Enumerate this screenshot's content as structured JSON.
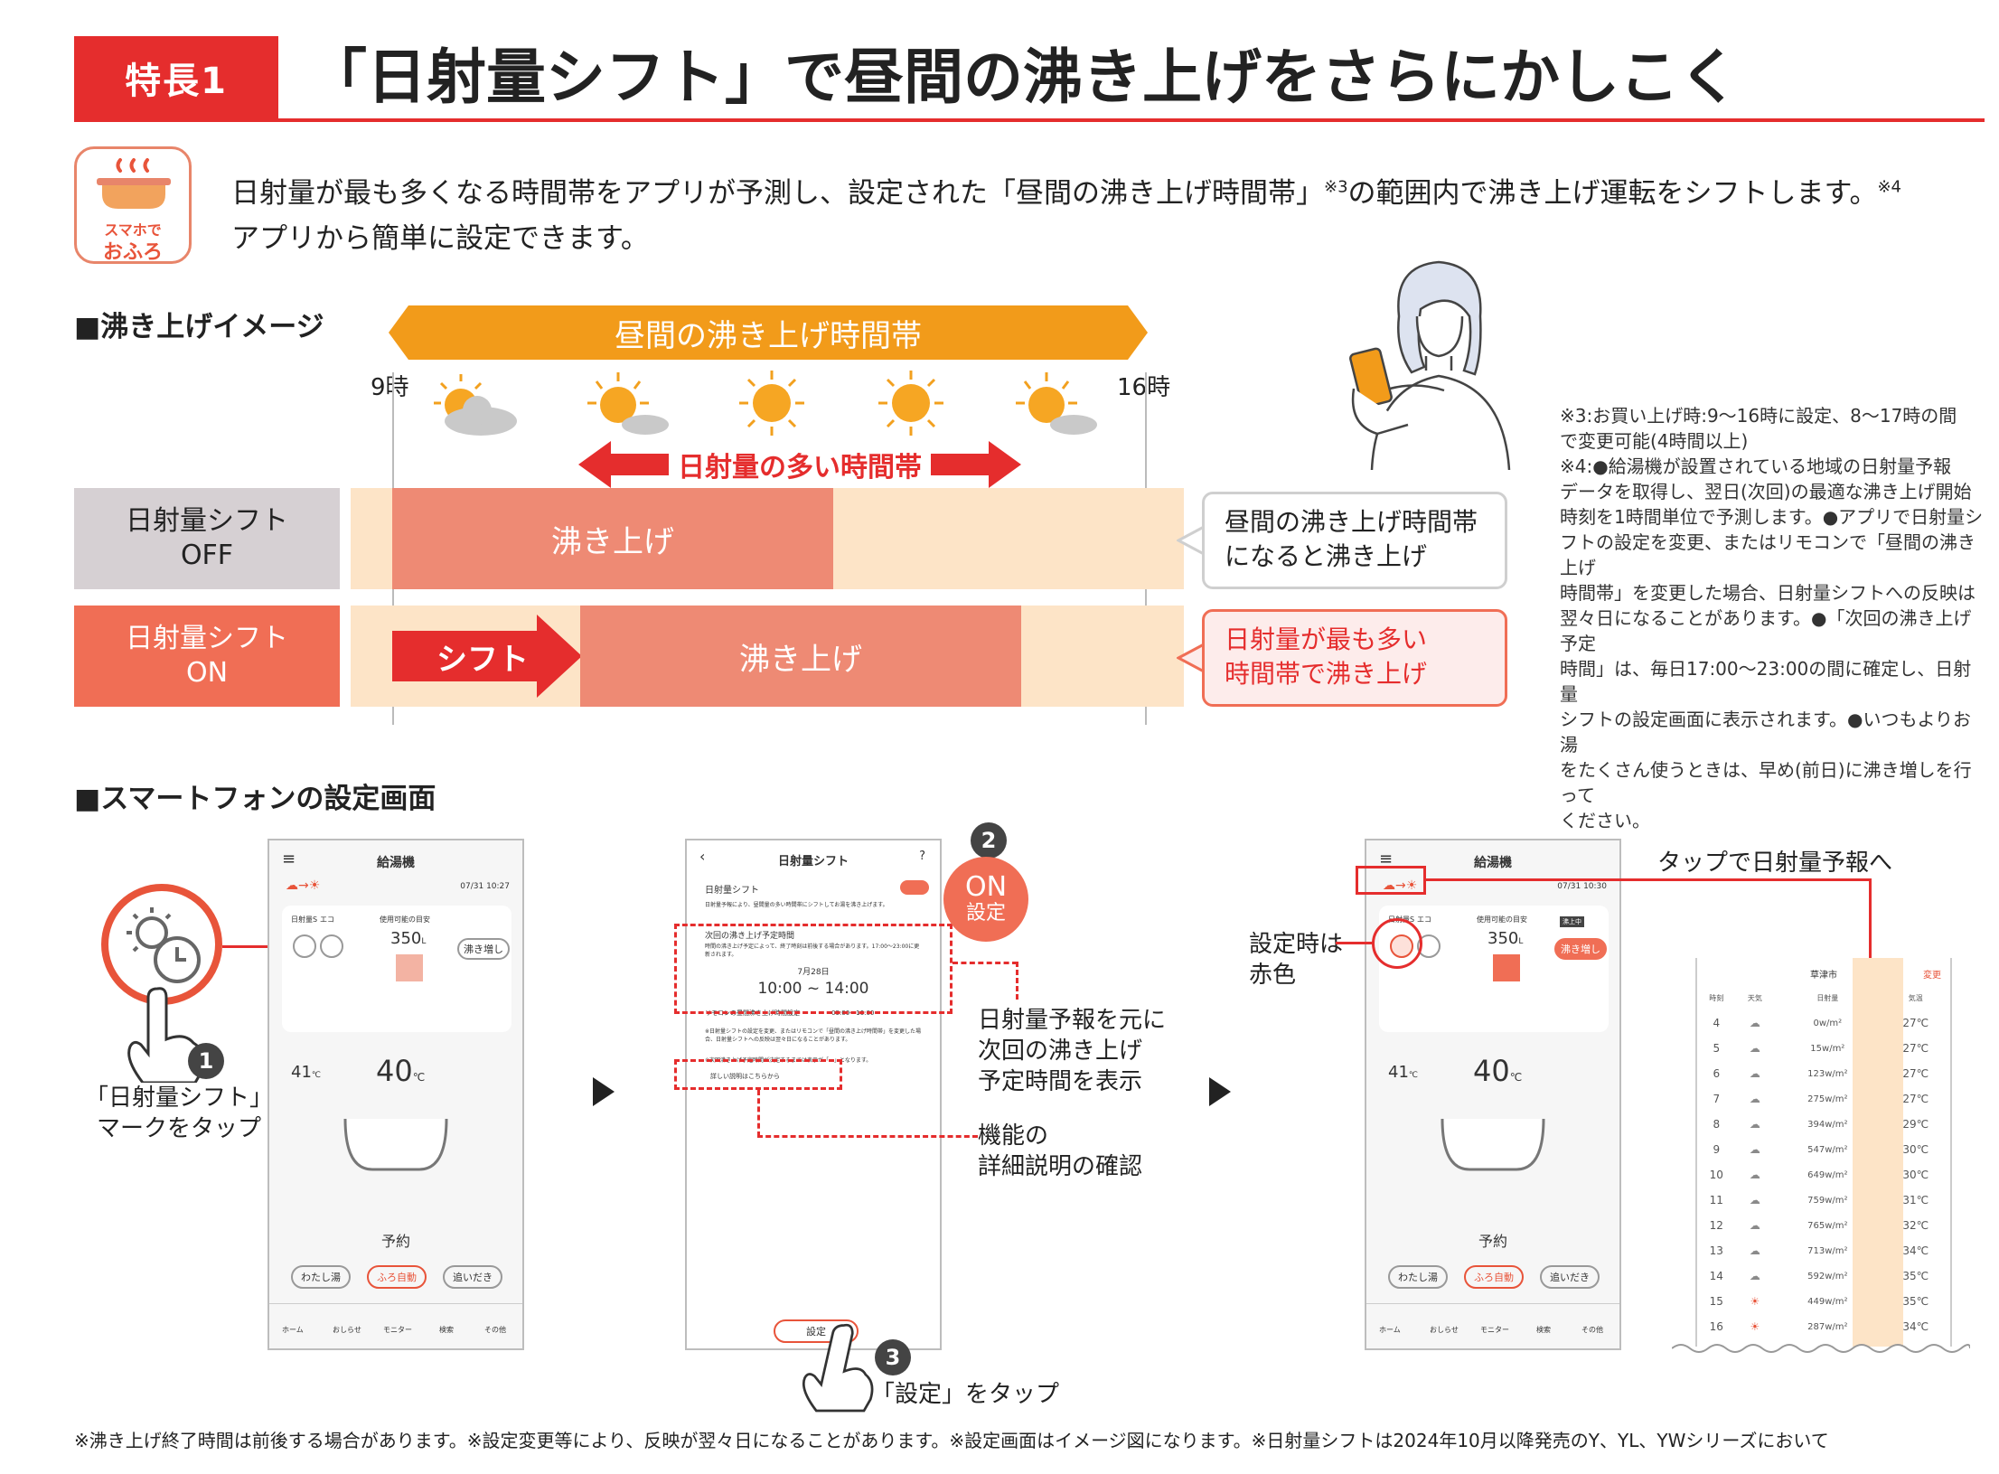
{
  "header": {
    "tag": "特長1",
    "title": "「日射量シフト」で昼間の沸き上げをさらにかしこく"
  },
  "app_icon": {
    "line1": "スマホで",
    "line2": "おふろ",
    "icon": "bathtub-icon"
  },
  "intro": {
    "line1_a": "日射量が最も多くなる時間帯をアプリが予測し、設定された「昼間の沸き上げ時間帯」",
    "line1_ref3": "※3",
    "line1_b": "の範囲内で沸き上げ運転をシフトします。",
    "line1_ref4": "※4",
    "line2": "アプリから簡単に設定できます。"
  },
  "boil_section": {
    "heading": "■沸き上げイメージ",
    "band_label": "昼間の沸き上げ時間帯",
    "start": "9時",
    "end": "16時",
    "peak_label": "日射量の多い時間帯",
    "off_row": {
      "label1": "日射量シフト",
      "label2": "OFF",
      "block": "沸き上げ",
      "callout": [
        "昼間の沸き上げ時間帯",
        "になると沸き上げ"
      ]
    },
    "on_row": {
      "label1": "日射量シフト",
      "label2": "ON",
      "shift": "シフト",
      "block": "沸き上げ",
      "callout": [
        "日射量が最も多い",
        "時間帯で沸き上げ"
      ]
    }
  },
  "notes": [
    "※3:お買い上げ時:9〜16時に設定、8〜17時の間",
    "で変更可能(4時間以上)",
    "※4:●給湯機が設置されている地域の日射量予報",
    "データを取得し、翌日(次回)の最適な沸き上げ開始",
    "時刻を1時間単位で予測します。●アプリで日射量シ",
    "フトの設定を変更、またはリモコンで「昼間の沸き上げ",
    "時間帯」を変更した場合、日射量シフトへの反映は",
    "翌々日になることがあります。●「次回の沸き上げ予定",
    "時間」は、毎日17:00〜23:00の間に確定し、日射量",
    "シフトの設定画面に表示されます。●いつもよりお湯",
    "をたくさん使うときは、早め(前日)に沸き増しを行って",
    "ください。"
  ],
  "phone_section": {
    "heading": "■スマートフォンの設定画面"
  },
  "phone1": {
    "title": "給湯機",
    "date": "07/31 10:27",
    "stat1": "日射量S",
    "stat2": "エコ",
    "stat3": "使用可能の目安",
    "amount": "350",
    "amount_unit": "L",
    "boost_btn": "沸き増し",
    "temp_small": "41",
    "temp_big": "40",
    "temp_unit": "℃",
    "reserve": "予約",
    "btns": [
      "わたし湯",
      "ふろ自動",
      "追いだき"
    ],
    "nav": [
      "ホーム",
      "おしらせ",
      "モニター",
      "検索",
      "その他"
    ]
  },
  "phone2": {
    "title": "日射量シフト",
    "toggle_label": "日射量シフト",
    "desc": "日射量予報により、昼間量の多い時間帯にシフトしてお湯を沸き上げます。",
    "next_title": "次回の沸き上げ予定時間",
    "next_desc": "時間の沸き上げ予定によって、終了時刻は前後する場合があります。17:00〜23:00に更新されます。",
    "date": "7月28日",
    "time_range": "10:00 ~ 14:00",
    "remote_label": "リモコンの昼間沸き上げ時間設定",
    "remote_value": "09:00〜16:00",
    "note_a": "※日射量シフトの設定を変更、またはリモコンで「昼間の沸き上げ時間帯」を変更した場合、日射量シフトへの反映は翌々日になることがあります。",
    "note_b": "※次回沸き上げ予定時間が決定するまでは表示が「ー」となります。",
    "detail_link": "詳しい説明はこちらから",
    "set_btn": "設定"
  },
  "phone3": {
    "title": "給湯機",
    "date": "07/31 10:30",
    "stat1": "日射量S",
    "stat2": "エコ",
    "stat3": "使用可能の目安",
    "amount": "350",
    "amount_unit": "L",
    "badge": "沸上中",
    "boost_btn": "沸き増し",
    "temp_small": "41",
    "temp_big": "40",
    "temp_unit": "℃",
    "reserve": "予約",
    "btns": [
      "わたし湯",
      "ふろ自動",
      "追いだき"
    ],
    "nav": [
      "ホーム",
      "おしらせ",
      "モニター",
      "検索",
      "その他"
    ]
  },
  "forecast": {
    "city": "草津市",
    "change": "変更",
    "headers": [
      "時刻",
      "天気",
      "日射量",
      "気温"
    ],
    "rows": [
      [
        "4",
        "0w/m²",
        "27℃"
      ],
      [
        "5",
        "15w/m²",
        "27℃"
      ],
      [
        "6",
        "123w/m²",
        "27℃"
      ],
      [
        "7",
        "275w/m²",
        "27℃"
      ],
      [
        "8",
        "394w/m²",
        "29℃"
      ],
      [
        "9",
        "547w/m²",
        "30℃"
      ],
      [
        "10",
        "649w/m²",
        "30℃"
      ],
      [
        "11",
        "759w/m²",
        "31℃"
      ],
      [
        "12",
        "765w/m²",
        "32℃"
      ],
      [
        "13",
        "713w/m²",
        "34℃"
      ],
      [
        "14",
        "592w/m²",
        "35℃"
      ],
      [
        "15",
        "449w/m²",
        "35℃"
      ],
      [
        "16",
        "287w/m²",
        "34℃"
      ]
    ]
  },
  "annotations": {
    "step1_num": "1",
    "step1": [
      "「日射量シフト」",
      "マークをタップ"
    ],
    "step2_num": "2",
    "step2_on": "ON",
    "step2_set": "設定",
    "next_time": [
      "日射量予報を元に",
      "次回の沸き上げ",
      "予定時間を表示"
    ],
    "detail": [
      "機能の",
      "詳細説明の確認"
    ],
    "step3_num": "3",
    "step3": "「設定」をタップ",
    "red_when_set": [
      "設定時は",
      "赤色"
    ],
    "tap_forecast": "タップで日射量予報へ"
  },
  "footnote": "※沸き上げ終了時間は前後する場合があります。※設定変更等により、反映が翌々日になることがあります。※設定画面はイメージ図になります。※日射量シフトは2024年10月以降発売のY、YL、YWシリーズにおいて",
  "colors": {
    "red": "#e52d2d",
    "orange": "#f29b1a",
    "boil": "#ee8a74",
    "band": "#fde4c7",
    "salmon": "#f06e55"
  }
}
